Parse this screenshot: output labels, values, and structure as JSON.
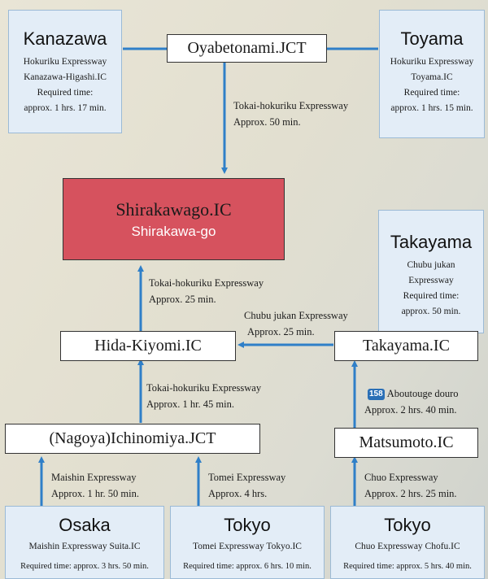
{
  "cities": {
    "kanazawa": {
      "name": "Kanazawa",
      "lines": [
        "Hokuriku Expressway",
        "Kanazawa-Higashi.IC",
        "Required time:",
        "approx. 1 hrs. 17 min."
      ]
    },
    "toyama": {
      "name": "Toyama",
      "lines": [
        "Hokuriku Expressway",
        "Toyama.IC",
        "Required time:",
        "approx. 1 hrs. 15 min."
      ]
    },
    "takayama": {
      "name": "Takayama",
      "lines": [
        "Chubu jukan",
        "Expressway",
        "Required time:",
        "approx. 50 min."
      ]
    },
    "osaka": {
      "name": "Osaka",
      "lines": [
        "Maishin Expressway Suita.IC",
        "Required time: approx. 3 hrs. 50 min."
      ]
    },
    "tokyo_tomei": {
      "name": "Tokyo",
      "lines": [
        "Tomei Expressway Tokyo.IC",
        "Required time: approx. 6 hrs. 10 min."
      ]
    },
    "tokyo_chuo": {
      "name": "Tokyo",
      "lines": [
        "Chuo Expressway Chofu.IC",
        "Required time: approx. 5 hrs. 40 min."
      ]
    }
  },
  "nodes": {
    "oyabetonami": "Oyabetonami.JCT",
    "hida_kiyomi": "Hida-Kiyomi.IC",
    "takayama_ic": "Takayama.IC",
    "ichinomiya": "(Nagoya)Ichinomiya.JCT",
    "matsumoto": "Matsumoto.IC"
  },
  "destination": {
    "line1": "Shirakawago.IC",
    "line2": "Shirakawa-go"
  },
  "routes": {
    "oyabe_to_shirakawa": [
      "Tokai-hokuriku Expressway",
      "Approx. 50 min."
    ],
    "hida_to_shirakawa": [
      "Tokai-hokuriku Expressway",
      "Approx. 25 min."
    ],
    "takayama_to_hida": [
      "Chubu jukan Expressway",
      "Approx. 25 min."
    ],
    "ichinomiya_to_hida": [
      "Tokai-hokuriku Expressway",
      "Approx. 1 hr. 45 min."
    ],
    "matsumoto_to_takayama": {
      "badge": "158",
      "road": "Aboutouge douro",
      "time": "Approx. 2 hrs. 40 min."
    },
    "osaka_to_ichinomiya": [
      "Maishin Expressway",
      "Approx. 1 hr. 50 min."
    ],
    "tokyo_to_ichinomiya": [
      "Tomei Expressway",
      "Approx. 4 hrs."
    ],
    "tokyo_to_matsumoto": [
      "Chuo Expressway",
      "Approx. 2 hrs. 25 min."
    ]
  },
  "colors": {
    "line": "#2f7fc8",
    "destination": "#d6525e",
    "city_box": "#e3edf7"
  }
}
